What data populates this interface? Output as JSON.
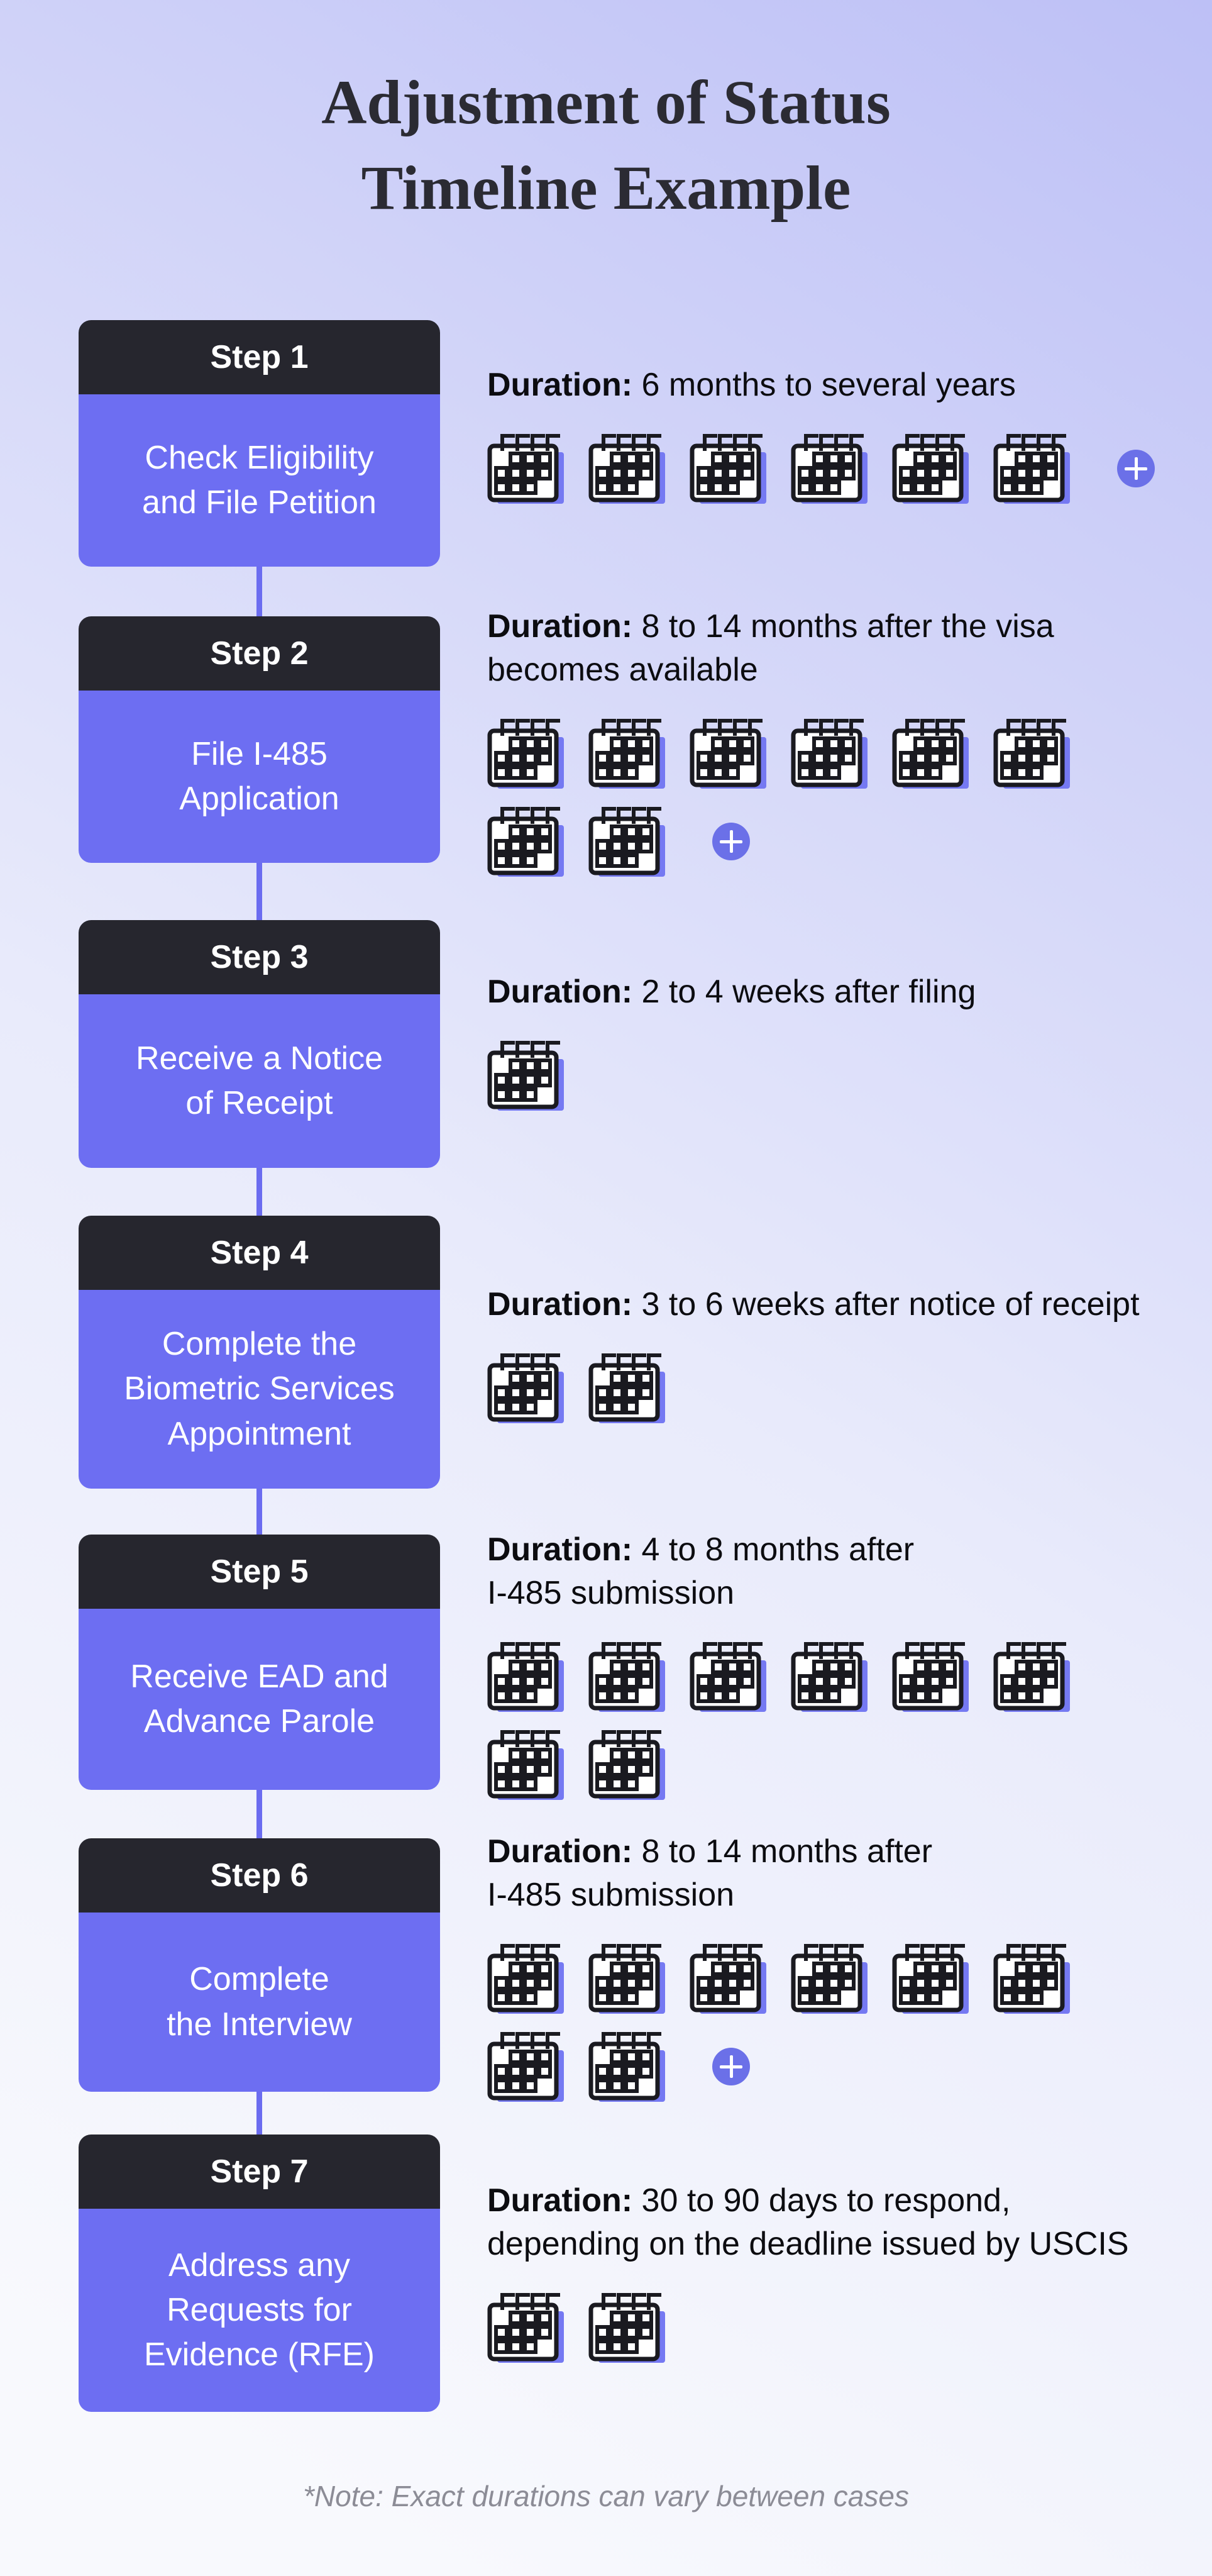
{
  "title": "Adjustment of Status\nTimeline Example",
  "duration_label": "Duration:",
  "note": "*Note: Exact durations can vary between cases",
  "colors": {
    "accent_purple": "#6d6ef2",
    "header_dark": "#26262e",
    "calendar_shadow": "#7579f2",
    "plus_badge": "#6b70e8",
    "connector": "#6b6cf0",
    "title_text": "#2b2b33",
    "note_text": "#8c8c96"
  },
  "steps": [
    {
      "label": "Step 1",
      "title": "Check Eligibility\nand File Petition",
      "duration": "6 months to several years",
      "calendar_rows": [
        6
      ],
      "has_plus": true
    },
    {
      "label": "Step 2",
      "title": "File I-485\nApplication",
      "duration": "8 to 14 months after the visa\nbecomes available",
      "calendar_rows": [
        6,
        2
      ],
      "has_plus": true
    },
    {
      "label": "Step 3",
      "title": "Receive a Notice\nof Receipt",
      "duration": "2 to 4 weeks after filing",
      "calendar_rows": [
        1
      ],
      "has_plus": false
    },
    {
      "label": "Step 4",
      "title": "Complete the\nBiometric Services\nAppointment",
      "duration": "3 to 6 weeks after notice of receipt",
      "calendar_rows": [
        2
      ],
      "has_plus": false
    },
    {
      "label": "Step 5",
      "title": "Receive EAD and\nAdvance Parole",
      "duration": "4 to 8 months after\nI-485 submission",
      "calendar_rows": [
        6,
        2
      ],
      "has_plus": false
    },
    {
      "label": "Step 6",
      "title": "Complete\nthe Interview",
      "duration": "8 to 14 months after\nI-485 submission",
      "calendar_rows": [
        6,
        2
      ],
      "has_plus": true
    },
    {
      "label": "Step 7",
      "title": "Address any\nRequests for\nEvidence (RFE)",
      "duration": "30 to 90 days to respond,\ndepending on the deadline issued by USCIS",
      "calendar_rows": [
        2
      ],
      "has_plus": false
    }
  ]
}
